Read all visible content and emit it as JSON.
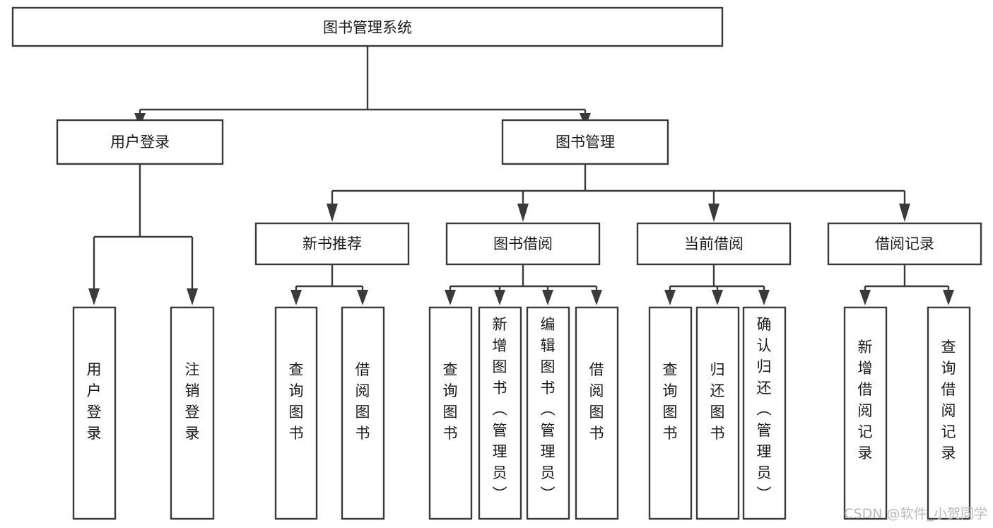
{
  "diagram": {
    "title": "图书管理系统",
    "orientation": "top-down-tree",
    "watermark": "CSDN @软件_小贺同学",
    "colors": {
      "background": "#ffffff",
      "box_fill": "#ffffff",
      "box_stroke": "#3a3a3a",
      "text": "#1a1a1a",
      "watermark": "#b9b9b9"
    },
    "levels": {
      "root": "图书管理系统",
      "level2": [
        "用户登录",
        "图书管理"
      ],
      "level3": [
        "新书推荐",
        "图书借阅",
        "当前借阅",
        "借阅记录"
      ],
      "leaves": [
        "用户登录",
        "注销登录",
        "查询图书",
        "借阅图书",
        "查询图书",
        "新增图书（管理员）",
        "编辑图书（管理员）",
        "借阅图书",
        "查询图书",
        "归还图书",
        "确认归还（管理员）",
        "新增借阅记录",
        "查询借阅记录"
      ]
    },
    "nodes": {
      "root": {
        "label": "图书管理系统"
      },
      "user_login": {
        "label": "用户登录"
      },
      "book_manage": {
        "label": "图书管理"
      },
      "new_book_rec": {
        "label": "新书推荐"
      },
      "book_borrow": {
        "label": "图书借阅"
      },
      "current_borrow": {
        "label": "当前借阅"
      },
      "borrow_record": {
        "label": "借阅记录"
      },
      "leaf_user_login": {
        "label": "用户登录"
      },
      "leaf_logout": {
        "label": "注销登录"
      },
      "leaf_query_book_1": {
        "label": "查询图书"
      },
      "leaf_borrow_book_1": {
        "label": "借阅图书"
      },
      "leaf_query_book_2": {
        "label": "查询图书"
      },
      "leaf_add_book": {
        "label": "新增图书（管理员）"
      },
      "leaf_edit_book": {
        "label": "编辑图书（管理员）"
      },
      "leaf_borrow_book_2": {
        "label": "借阅图书"
      },
      "leaf_query_book_3": {
        "label": "查询图书"
      },
      "leaf_return_book": {
        "label": "归还图书"
      },
      "leaf_confirm_return": {
        "label": "确认归还（管理员）"
      },
      "leaf_add_record": {
        "label": "新增借阅记录"
      },
      "leaf_query_record": {
        "label": "查询借阅记录"
      }
    },
    "edges": [
      {
        "from": "root",
        "to": "user_login"
      },
      {
        "from": "root",
        "to": "book_manage"
      },
      {
        "from": "book_manage",
        "to": "new_book_rec"
      },
      {
        "from": "book_manage",
        "to": "book_borrow"
      },
      {
        "from": "book_manage",
        "to": "current_borrow"
      },
      {
        "from": "book_manage",
        "to": "borrow_record"
      },
      {
        "from": "user_login",
        "to": "leaf_user_login"
      },
      {
        "from": "user_login",
        "to": "leaf_logout"
      },
      {
        "from": "new_book_rec",
        "to": "leaf_query_book_1"
      },
      {
        "from": "new_book_rec",
        "to": "leaf_borrow_book_1"
      },
      {
        "from": "book_borrow",
        "to": "leaf_query_book_2"
      },
      {
        "from": "book_borrow",
        "to": "leaf_add_book"
      },
      {
        "from": "book_borrow",
        "to": "leaf_edit_book"
      },
      {
        "from": "book_borrow",
        "to": "leaf_borrow_book_2"
      },
      {
        "from": "current_borrow",
        "to": "leaf_query_book_3"
      },
      {
        "from": "current_borrow",
        "to": "leaf_return_book"
      },
      {
        "from": "current_borrow",
        "to": "leaf_confirm_return"
      },
      {
        "from": "borrow_record",
        "to": "leaf_add_record"
      },
      {
        "from": "borrow_record",
        "to": "leaf_query_record"
      }
    ]
  }
}
